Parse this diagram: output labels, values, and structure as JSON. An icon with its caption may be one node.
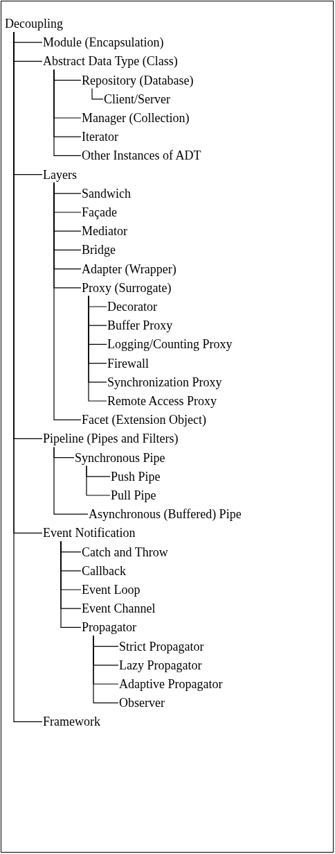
{
  "diagram": {
    "nodes": [
      {
        "text": [
          "Decoupling"
        ]
      },
      {
        "text": [
          "Module (Encapsulation)"
        ]
      },
      {
        "text": [
          "Abstract Data Type (Class)"
        ]
      },
      {
        "text": [
          "Repository (Database)"
        ]
      },
      {
        "text": [
          "Client/Server"
        ]
      },
      {
        "text": [
          "Manager (Collection)"
        ]
      },
      {
        "text": [
          "Iterator"
        ]
      },
      {
        "text": [
          "Other Instances of ADT"
        ]
      },
      {
        "text": [
          "Layers"
        ]
      },
      {
        "text": [
          "Sandwich"
        ]
      },
      {
        "text": [
          "Façade"
        ]
      },
      {
        "text": [
          "Mediator"
        ]
      },
      {
        "text": [
          "Bridge"
        ]
      },
      {
        "text": [
          "Adapter (Wrapper)"
        ]
      },
      {
        "text": [
          "Proxy (Surrogate)"
        ]
      },
      {
        "text": [
          "Decorator"
        ]
      },
      {
        "text": [
          "Buffer Proxy"
        ]
      },
      {
        "text": [
          "Logging/Counting Proxy"
        ]
      },
      {
        "text": [
          "Firewall"
        ]
      },
      {
        "text": [
          "Synchronization Proxy"
        ]
      },
      {
        "text": [
          "Remote Access Proxy"
        ]
      },
      {
        "text": [
          "Facet (Extension Object)"
        ]
      },
      {
        "text": [
          "Pipeline (Pipes and Filters)"
        ]
      },
      {
        "text": [
          "Synchronous Pipe"
        ]
      },
      {
        "text": [
          "Push Pipe"
        ]
      },
      {
        "text": [
          "Pull Pipe"
        ]
      },
      {
        "text": [
          "Asynchronous (Buffered) Pipe"
        ]
      },
      {
        "text": [
          "Event Notification"
        ]
      },
      {
        "text": [
          "Catch and Throw"
        ]
      },
      {
        "text": [
          "Callback"
        ]
      },
      {
        "text": [
          "Event Loop"
        ]
      },
      {
        "text": [
          "Event Channel"
        ]
      },
      {
        "text": [
          "Propagator"
        ]
      },
      {
        "text": [
          "Strict Propagator"
        ]
      },
      {
        "text": [
          "Lazy Propagator"
        ]
      },
      {
        "text": [
          "Adaptive Propagator"
        ]
      },
      {
        "text": [
          "Observer"
        ]
      },
      {
        "text": [
          "Framework"
        ]
      }
    ],
    "edges": [
      {
        "from": 0,
        "to": 1,
        "arrow": "none"
      },
      {
        "from": 0,
        "to": 2,
        "arrow": "none"
      },
      {
        "from": 2,
        "to": 3,
        "arrow": "none"
      },
      {
        "from": 3,
        "to": 4,
        "arrow": "none"
      },
      {
        "from": 2,
        "to": 5,
        "arrow": "none"
      },
      {
        "from": 2,
        "to": 6,
        "arrow": "none"
      },
      {
        "from": 2,
        "to": 7,
        "arrow": "none"
      },
      {
        "from": 0,
        "to": 8,
        "arrow": "none"
      },
      {
        "from": 8,
        "to": 9,
        "arrow": "none"
      },
      {
        "from": 8,
        "to": 10,
        "arrow": "none"
      },
      {
        "from": 8,
        "to": 11,
        "arrow": "none"
      },
      {
        "from": 8,
        "to": 12,
        "arrow": "none"
      },
      {
        "from": 8,
        "to": 13,
        "arrow": "none"
      },
      {
        "from": 8,
        "to": 14,
        "arrow": "none"
      },
      {
        "from": 14,
        "to": 15,
        "arrow": "none"
      },
      {
        "from": 14,
        "to": 16,
        "arrow": "none"
      },
      {
        "from": 14,
        "to": 17,
        "arrow": "none"
      },
      {
        "from": 14,
        "to": 18,
        "arrow": "none"
      },
      {
        "from": 14,
        "to": 19,
        "arrow": "none"
      },
      {
        "from": 14,
        "to": 20,
        "arrow": "none"
      },
      {
        "from": 8,
        "to": 21,
        "arrow": "none"
      },
      {
        "from": 0,
        "to": 22,
        "arrow": "none"
      },
      {
        "from": 22,
        "to": 23,
        "arrow": "none"
      },
      {
        "from": 23,
        "to": 24,
        "arrow": "none"
      },
      {
        "from": 23,
        "to": 25,
        "arrow": "none"
      },
      {
        "from": 22,
        "to": 26,
        "arrow": "none"
      },
      {
        "from": 0,
        "to": 27,
        "arrow": "none"
      },
      {
        "from": 27,
        "to": 28,
        "arrow": "none"
      },
      {
        "from": 27,
        "to": 29,
        "arrow": "none"
      },
      {
        "from": 27,
        "to": 30,
        "arrow": "none"
      },
      {
        "from": 27,
        "to": 31,
        "arrow": "none"
      },
      {
        "from": 27,
        "to": 32,
        "arrow": "none"
      },
      {
        "from": 32,
        "to": 33,
        "arrow": "none"
      },
      {
        "from": 32,
        "to": 34,
        "arrow": "none"
      },
      {
        "from": 32,
        "to": 35,
        "arrow": "none"
      },
      {
        "from": 32,
        "to": 36,
        "arrow": "none"
      },
      {
        "from": 0,
        "to": 37,
        "arrow": "none"
      }
    ]
  }
}
